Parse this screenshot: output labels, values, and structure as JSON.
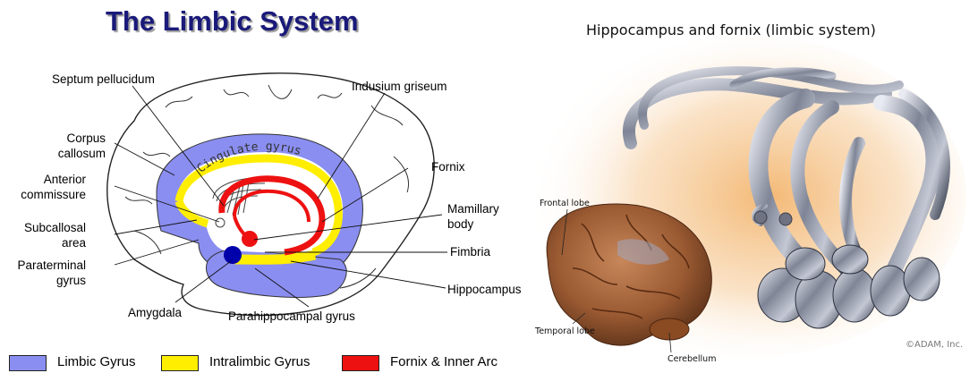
{
  "left_title": "The Limbic System",
  "right_title": "Hippocampus and fornix (limbic system)",
  "cingulate_label": "Cingulate gyrus",
  "labels": {
    "septum_pellucidum": "Septum pellucidum",
    "indusium_griseum": "Indusium griseum",
    "corpus_callosum": "Corpus\ncallosum",
    "anterior_commissure": "Anterior\ncommissure",
    "subcallosal_area": "Subcallosal\narea",
    "paraterminal_gyrus": "Paraterminal\ngyrus",
    "amygdala": "Amygdala",
    "parahippocampal_gyrus": "Parahippocampal gyrus",
    "fornix": "Fornix",
    "mamillary_body": "Mamillary\nbody",
    "fimbria": "Fimbria",
    "hippocampus": "Hippocampus"
  },
  "brain_labels": {
    "frontal_lobe": "Frontal lobe",
    "temporal_lobe": "Temporal lobe",
    "cerebellum": "Cerebellum"
  },
  "copyright": "©ADAM, Inc.",
  "legend": [
    {
      "label": "Limbic Gyrus",
      "color": "#8a8ef0"
    },
    {
      "label": "Intralimbic Gyrus",
      "color": "#ffee00"
    },
    {
      "label": "Fornix & Inner Arc",
      "color": "#ee1111"
    }
  ],
  "colors": {
    "limbic": "#8a8ef0",
    "intralimbic": "#ffee00",
    "fornix": "#ee1111",
    "amygdala": "#0000aa",
    "title": "#1a1a7a"
  }
}
